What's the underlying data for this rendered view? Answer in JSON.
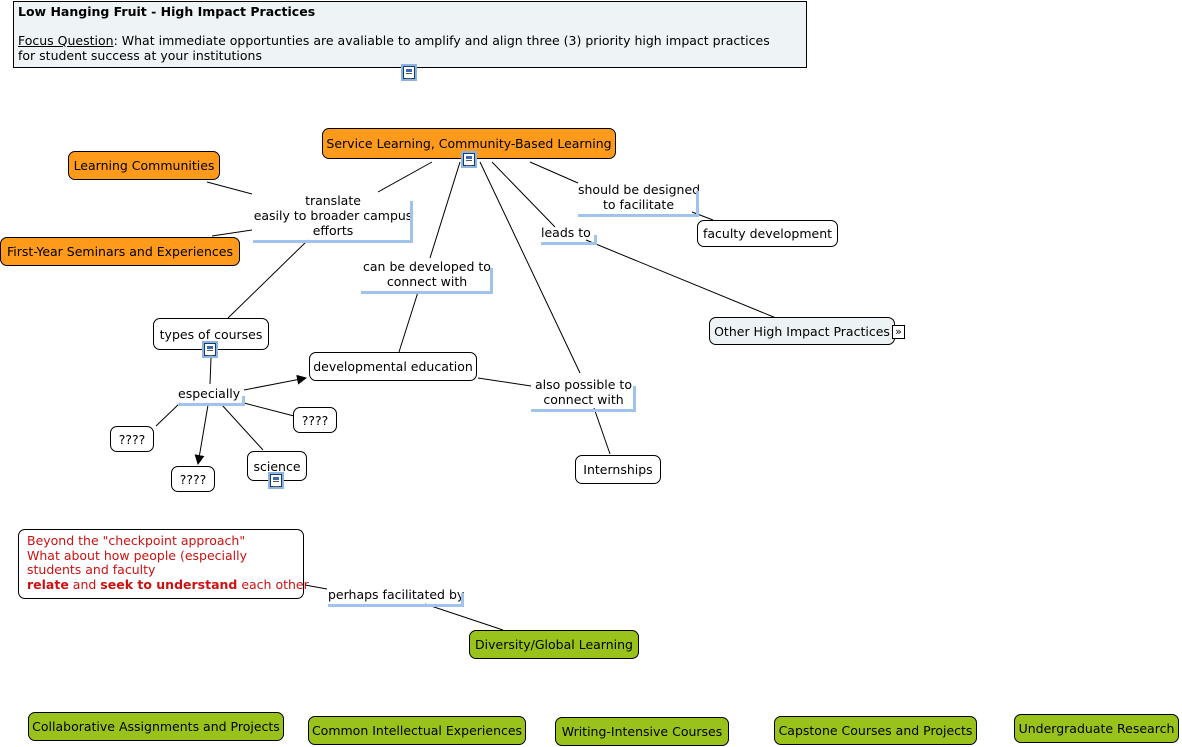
{
  "header": {
    "title": "Low Hanging Fruit - High Impact Practices",
    "focus_label": "Focus Question",
    "focus_text_1": ": What immediate opportunties are avaliable to amplify and align three (3) priority high impact practices",
    "focus_text_2": "for student success at your institutions"
  },
  "nodes": {
    "service_learning": "Service Learning, Community-Based Learning",
    "learning_communities": "Learning Communities",
    "first_year": "First-Year Seminars and Experiences",
    "faculty_development": "faculty development",
    "other_hip": "Other High Impact Practices",
    "types_of_courses": "types of courses",
    "developmental_education": "developmental education",
    "q1": "????",
    "q2": "????",
    "q3": "????",
    "science": "science",
    "internships": "Internships",
    "diversity": "Diversity/Global Learning",
    "collaborative": "Collaborative Assignments and Projects",
    "common_intellectual": "Common Intellectual Experiences",
    "writing_intensive": "Writing-Intensive Courses",
    "capstone": "Capstone Courses and Projects",
    "undergrad_research": "Undergraduate Research"
  },
  "beyond": {
    "line1": "Beyond the \"checkpoint approach\"",
    "line2": "What about how people (especially",
    "line3": "students and faculty",
    "bold1": "relate",
    "and": " and ",
    "bold2": "seek to understand",
    "tail": " each other"
  },
  "links": {
    "translate_1": "translate",
    "translate_2": "easily to broader campus",
    "translate_3": "efforts",
    "should_1": "should be designed",
    "should_2": "to facilitate",
    "leads_to": "leads to",
    "developed_1": "can be developed to",
    "developed_2": "connect with",
    "especially": "especially",
    "also_1": "also possible to",
    "also_2": "connect with",
    "perhaps": "perhaps facilitated by"
  },
  "icons": {
    "doc": "document-icon",
    "expand": "expand-icon"
  },
  "colors": {
    "orange": "#ff9a1a",
    "green": "#99c31a",
    "pale_blue": "#edf3f5",
    "link_underline": "#9fc3ec",
    "red_text": "#cc1111"
  }
}
